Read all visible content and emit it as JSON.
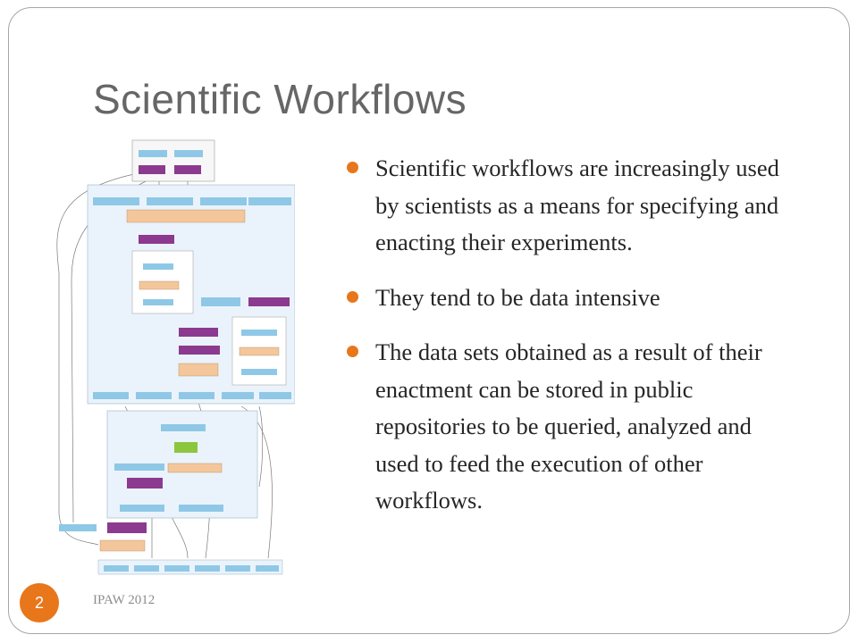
{
  "slide": {
    "title": "Scientific Workflows",
    "bullets": [
      "Scientific workflows are increasingly used by scientists as a means for specifying and enacting their experiments.",
      "They tend to be data intensive",
      " The data sets obtained as a result of their enactment can be stored in public repositories to be queried, analyzed and used to feed the execution of other workflows."
    ],
    "footer": "IPAW 2012",
    "number": "2"
  },
  "colors": {
    "accent": "#e8761a",
    "title": "#666666",
    "node_purple": "#8b3a8f",
    "node_blue": "#8fc8e6",
    "node_orange": "#f3c79b",
    "node_green": "#8cc63f"
  },
  "figure": {
    "icon": "workflow-diagram-icon"
  }
}
